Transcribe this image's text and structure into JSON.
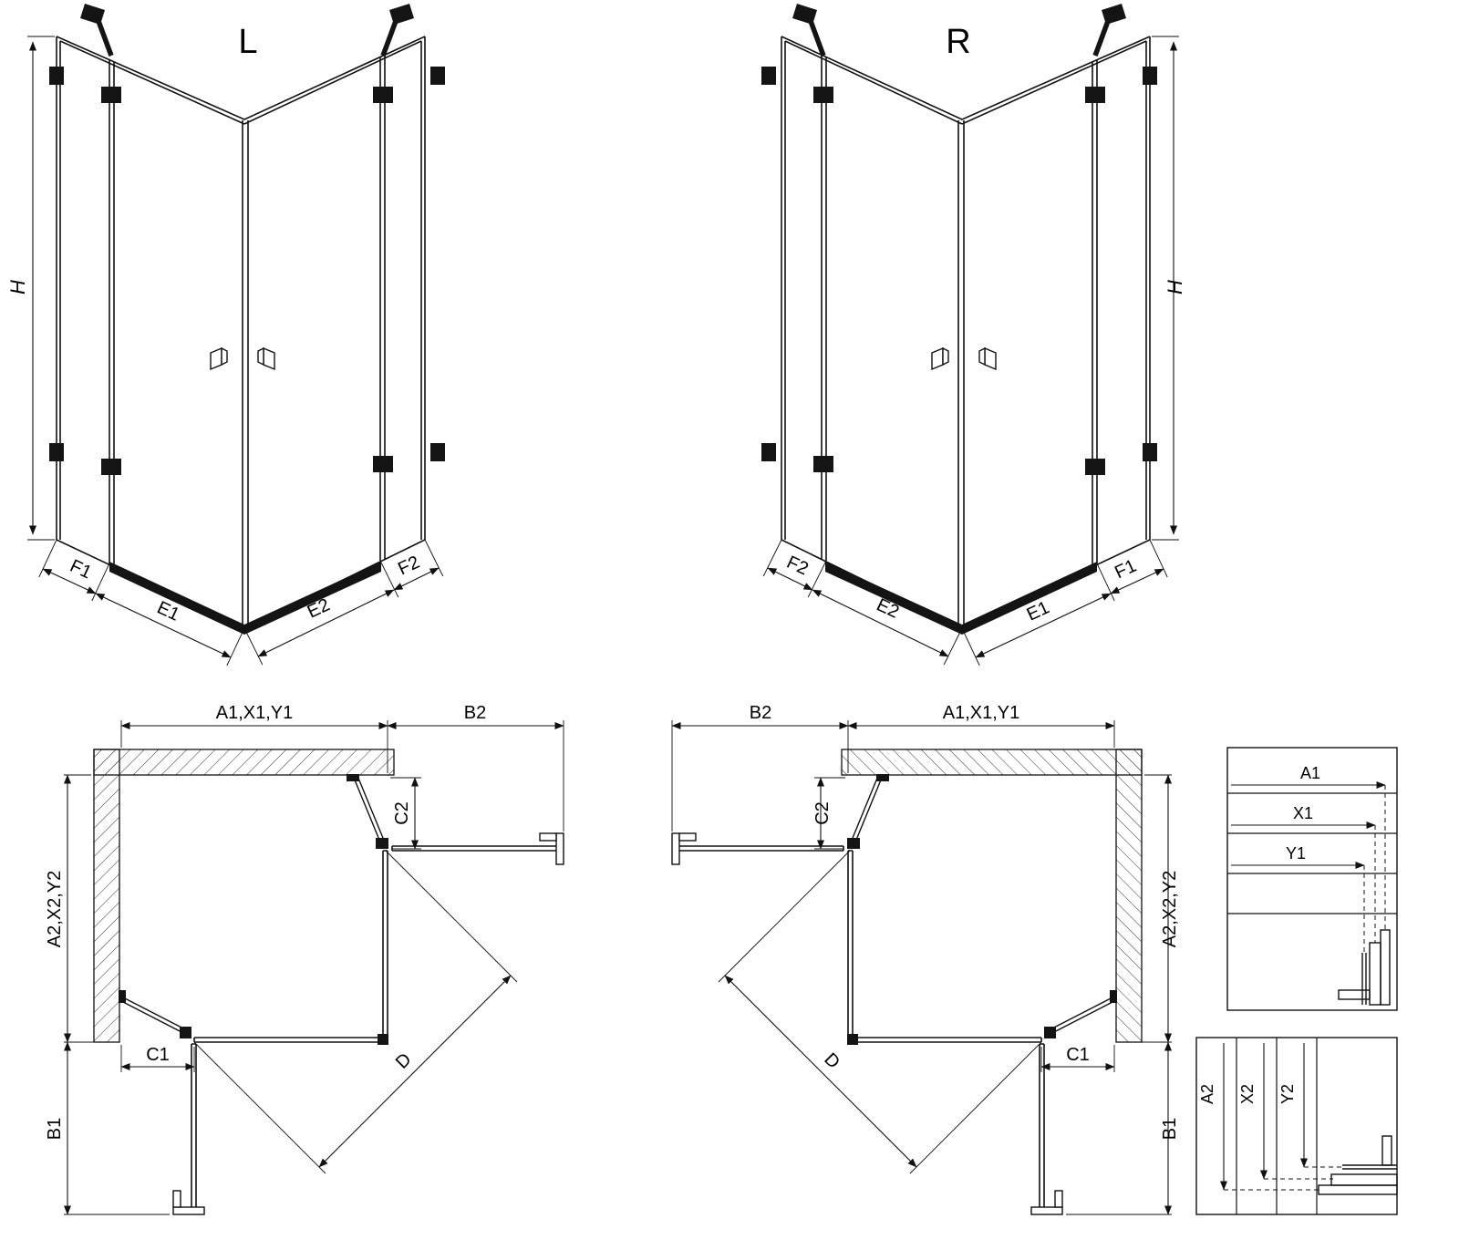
{
  "views": {
    "left_label": "L",
    "right_label": "R"
  },
  "dimensions": {
    "height": "H",
    "f1": "F1",
    "f2": "F2",
    "e1": "E1",
    "e2": "E2",
    "a1_group": "A1,X1,Y1",
    "a2_group": "A2,X2,Y2",
    "b1": "B1",
    "b2": "B2",
    "c1": "C1",
    "c2": "C2",
    "d": "D"
  },
  "detail_top": {
    "labels": [
      "A1",
      "X1",
      "Y1"
    ]
  },
  "detail_bottom": {
    "labels": [
      "A2",
      "X2",
      "Y2"
    ]
  }
}
